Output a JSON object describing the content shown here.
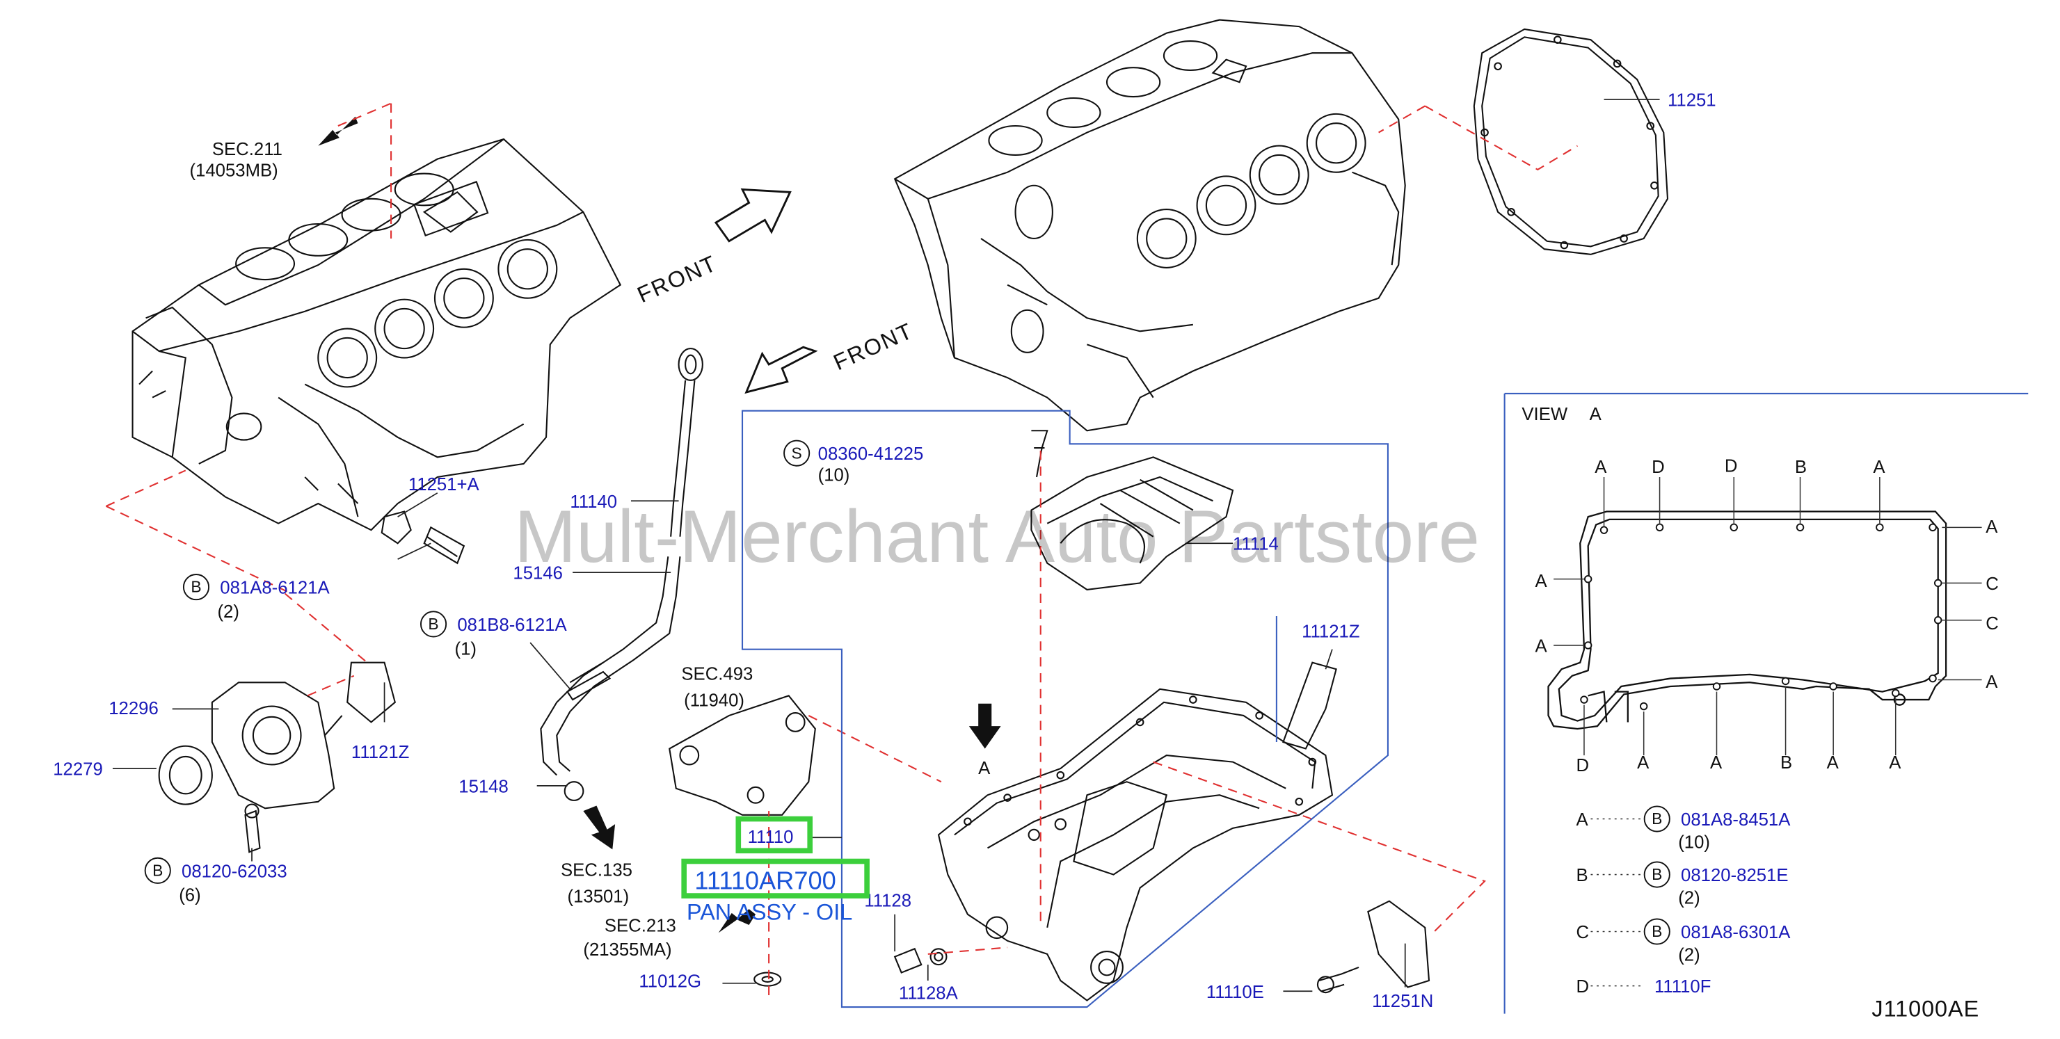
{
  "diagram_code": "J11000AE",
  "watermark": "Mult-Merchant Auto Partstore",
  "front_labels": [
    "FRONT",
    "FRONT"
  ],
  "view": {
    "title": "VIEW",
    "letter": "A"
  },
  "highlight": {
    "part_no": "11110",
    "part_code": "11110AR700",
    "part_name": "PAN ASSY - OIL"
  },
  "sections": {
    "sec211": {
      "title": "SEC.211",
      "ref": "(14053MB)"
    },
    "sec493": {
      "title": "SEC.493",
      "ref": "(11940)"
    },
    "sec135": {
      "title": "SEC.135",
      "ref": "(13501)"
    },
    "sec213": {
      "title": "SEC.213",
      "ref": "(21355MA)"
    }
  },
  "parts": {
    "p11251": "11251",
    "p11251a": "11251+A",
    "p11140": "11140",
    "p15146": "15146",
    "p15148": "15148",
    "p12296": "12296",
    "p12279": "12279",
    "p11121z_left": "11121Z",
    "p11121z_right": "11121Z",
    "p11114": "11114",
    "p11128": "11128",
    "p11128a": "11128A",
    "p11012g": "11012G",
    "p11110e": "11110E",
    "p11251n": "11251N",
    "a_marker": "A"
  },
  "bolts": {
    "b1": {
      "prefix": "B",
      "code": "081A8-6121A",
      "qty": "(2)"
    },
    "b2": {
      "prefix": "B",
      "code": "081B8-6121A",
      "qty": "(1)"
    },
    "b3": {
      "prefix": "B",
      "code": "08120-62033",
      "qty": "(6)"
    },
    "s1": {
      "prefix": "S",
      "code": "08360-41225",
      "qty": "(10)"
    }
  },
  "view_letters": {
    "top": [
      "A",
      "D",
      "D",
      "B",
      "A"
    ],
    "right": [
      "A",
      "C",
      "C",
      "A"
    ],
    "left": [
      "A",
      "A"
    ],
    "bottom": [
      "D",
      "A",
      "A",
      "B",
      "A",
      "A"
    ]
  },
  "legend": [
    {
      "key": "A",
      "prefix": "B",
      "code": "081A8-8451A",
      "qty": "(10)"
    },
    {
      "key": "B",
      "prefix": "B",
      "code": "08120-8251E",
      "qty": "(2)"
    },
    {
      "key": "C",
      "prefix": "B",
      "code": "081A8-6301A",
      "qty": "(2)"
    },
    {
      "key": "D",
      "prefix": "",
      "code": "11110F",
      "qty": ""
    }
  ],
  "colors": {
    "part_number": "#1a1ab8",
    "highlight_border": "#3ccf3c",
    "leader_red": "#e03030",
    "frame_blue": "#3a5fbf"
  }
}
